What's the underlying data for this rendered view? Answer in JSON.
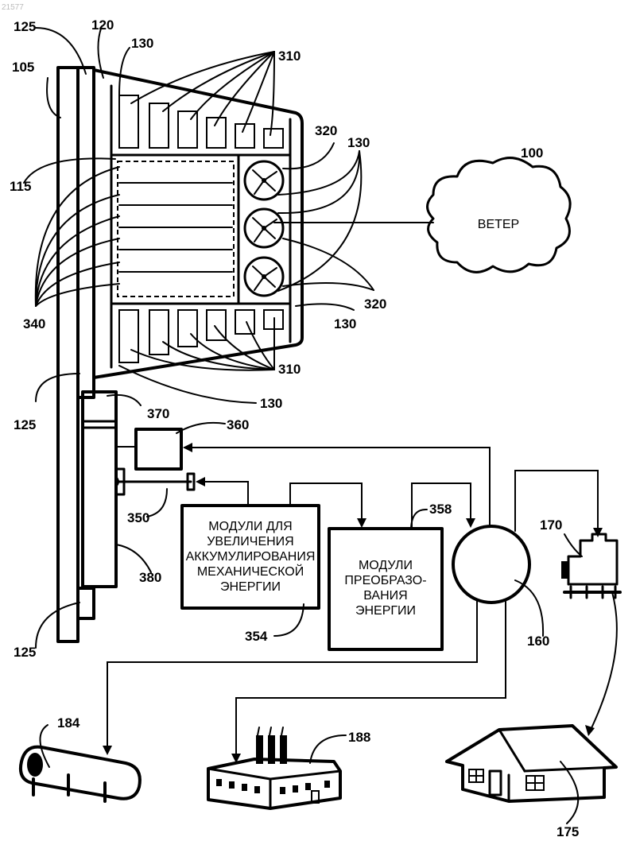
{
  "page_id": "21577",
  "cloud_text": "ВЕТЕР",
  "box_left": [
    "МОДУЛИ ДЛЯ",
    "УВЕЛИЧЕНИЯ",
    "АККУМУЛИРОВАНИЯ",
    "МЕХАНИЧЕСКОЙ",
    "ЭНЕРГИИ"
  ],
  "box_right": [
    "МОДУЛИ",
    "ПРЕОБРАЗО-",
    "ВАНИЯ",
    "ЭНЕРГИИ"
  ],
  "labels": {
    "l125a": "125",
    "l120": "120",
    "l130a": "130",
    "l310a": "310",
    "l105": "105",
    "l320a": "320",
    "l130b": "130",
    "l100": "100",
    "l115": "115",
    "l340": "340",
    "l320b": "320",
    "l130c": "130",
    "l310b": "310",
    "l125b": "125",
    "l130d": "130",
    "l370": "370",
    "l360": "360",
    "l350": "350",
    "l358": "358",
    "l170": "170",
    "l380": "380",
    "l354": "354",
    "l160": "160",
    "l125c": "125",
    "l184": "184",
    "l188": "188",
    "l175": "175"
  }
}
